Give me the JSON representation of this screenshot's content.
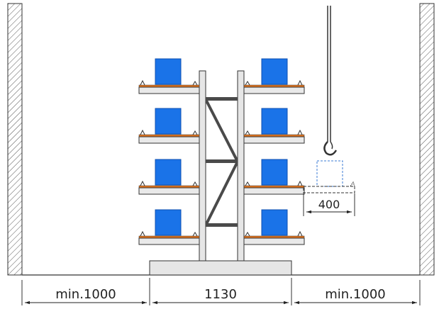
{
  "colors": {
    "background": "#ffffff",
    "line": "#333333",
    "hatch": "#555555",
    "load": "#1a73e8",
    "load_edge": "#0d4fb0",
    "shelf": "#e9e9e9",
    "shelf_top": "#e0731c",
    "column": "#e6e6e6",
    "brace": "#4a4a4a",
    "ghost": "#3b7bd4"
  },
  "icons": [
    "hatched-wall",
    "crane-hook",
    "cantilever-arm",
    "load-box"
  ],
  "dimensions": {
    "left_clearance": "min.1000",
    "rack_width": "1130",
    "right_clearance": "min.1000",
    "arm_extension": "400"
  }
}
